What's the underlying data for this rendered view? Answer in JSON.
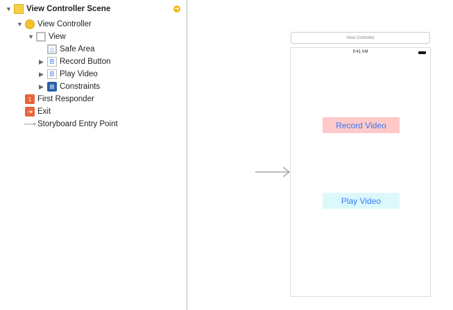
{
  "outline": {
    "scene": "View Controller Scene",
    "view_controller": "View Controller",
    "view": "View",
    "safe_area": "Safe Area",
    "record_button": "Record Button",
    "play_video": "Play Video",
    "constraints": "Constraints",
    "first_responder": "First Responder",
    "exit": "Exit",
    "entry_point": "Storyboard Entry Point"
  },
  "canvas": {
    "vc_title": "View Controller",
    "time": "9:41 AM",
    "record_label": "Record Video",
    "play_label": "Play Video",
    "record_bg": "#ffc9c9",
    "play_bg": "#dcf8fb"
  }
}
